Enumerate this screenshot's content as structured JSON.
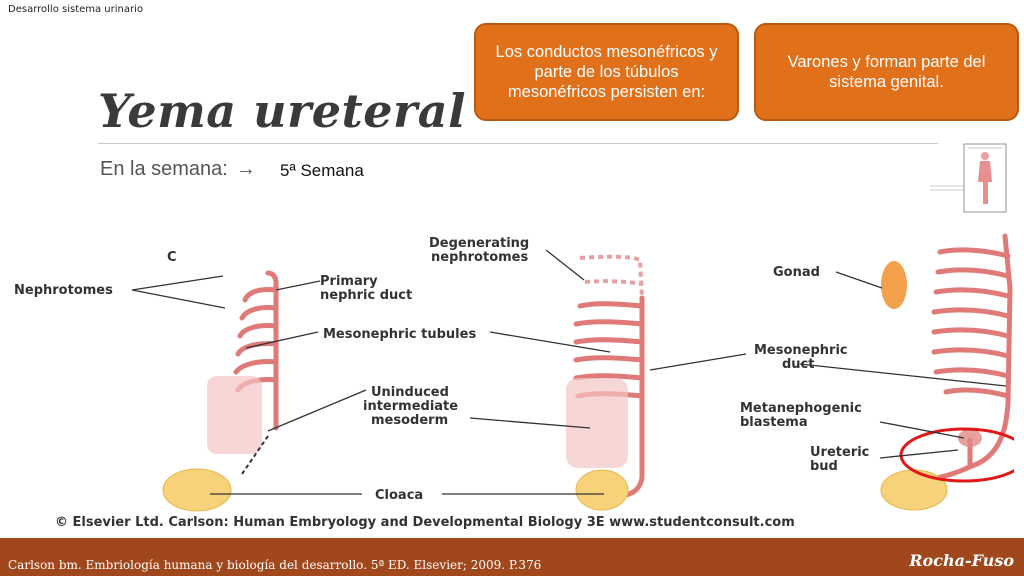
{
  "header": {
    "note": "Desarrollo sistema urinario"
  },
  "slide": {
    "title": "Yema ureteral",
    "subtitle": "En la semana:",
    "answer": "5ª Semana"
  },
  "callouts": {
    "question": "Los conductos mesonéfricos y parte de los túbulos mesonéfricos persisten en:",
    "answer": "Varones y forman parte del sistema genital."
  },
  "figure": {
    "panel_letter": "C",
    "labels": {
      "nephrotomes": "Nephrotomes",
      "primary_duct_1": "Primary",
      "primary_duct_2": "nephric duct",
      "mesonephric_tubules": "Mesonephric tubules",
      "uninduced_1": "Uninduced",
      "uninduced_2": "intermediate",
      "uninduced_3": "mesoderm",
      "degenerating_1": "Degenerating",
      "degenerating_2": "nephrotomes",
      "cloaca": "Cloaca",
      "gonad": "Gonad",
      "meso_duct_1": "Mesonephric",
      "meso_duct_2": "duct",
      "metaneph_1": "Metanephogenic",
      "metaneph_2": "blastema",
      "ureteric_1": "Ureteric",
      "ureteric_2": "bud"
    },
    "copyright": "© Elsevier Ltd. Carlson: Human Embryology and Developmental Biology 3E www.studentconsult.com"
  },
  "footer": {
    "reference": "Carlson bm. Embriología humana y biología del desarrollo. 5ª ED. Elsevier; 2009. P.376",
    "brand": "Rocha-Fuso"
  },
  "colors": {
    "callout": "#e0711a",
    "footer": "#a0481c",
    "duct": "#e07a78",
    "cloaca": "#f7d27a",
    "gonad": "#f2a04a",
    "highlight": "#e01818"
  }
}
